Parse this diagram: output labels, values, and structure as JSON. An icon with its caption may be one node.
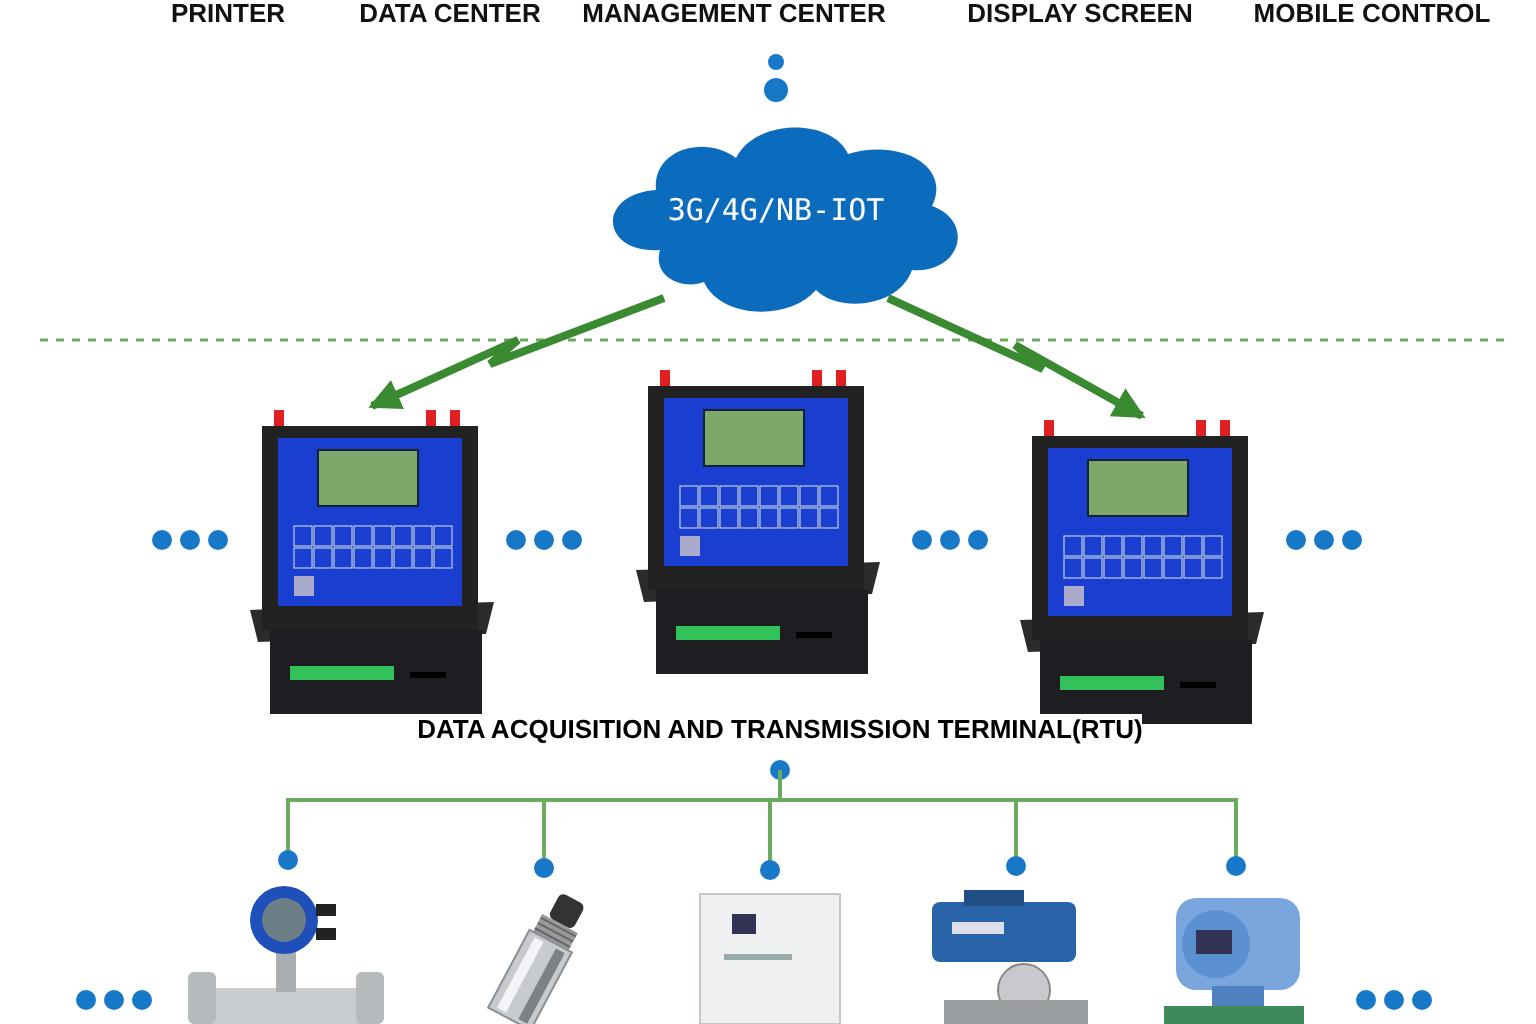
{
  "diagram": {
    "nodes": [
      {
        "text": [
          "3G/4G/NB-IOT"
        ]
      },
      {
        "text": [],
        "shape": "picture"
      },
      {
        "text": [],
        "shape": "picture"
      },
      {
        "text": [],
        "shape": "picture"
      },
      {
        "text": [
          "DATA ACQUISITION AND TRANSMISSION TERMINAL(RTU)"
        ]
      },
      {
        "text": [],
        "shape": "picture"
      },
      {
        "text": [],
        "shape": "picture"
      },
      {
        "text": [],
        "shape": "picture"
      },
      {
        "text": [],
        "shape": "picture"
      },
      {
        "text": [],
        "shape": "picture"
      }
    ],
    "edges": [
      {
        "from": 0,
        "to": 1,
        "arrow": "to",
        "style": "thick"
      },
      {
        "from": 0,
        "to": 3,
        "arrow": "to",
        "style": "thick"
      },
      {
        "from": 4,
        "to": 5,
        "arrow": "other"
      },
      {
        "from": 4,
        "to": 6,
        "arrow": "other"
      },
      {
        "from": 4,
        "to": 7,
        "arrow": "other"
      },
      {
        "from": 4,
        "to": 8,
        "arrow": "other"
      },
      {
        "from": 4,
        "to": 9,
        "arrow": "other"
      }
    ],
    "labels": [
      "PRINTER",
      "DATA CENTER",
      "MANAGEMENT CENTER",
      "DISPLAY SCREEN",
      "MOBILE CONTROL"
    ]
  }
}
